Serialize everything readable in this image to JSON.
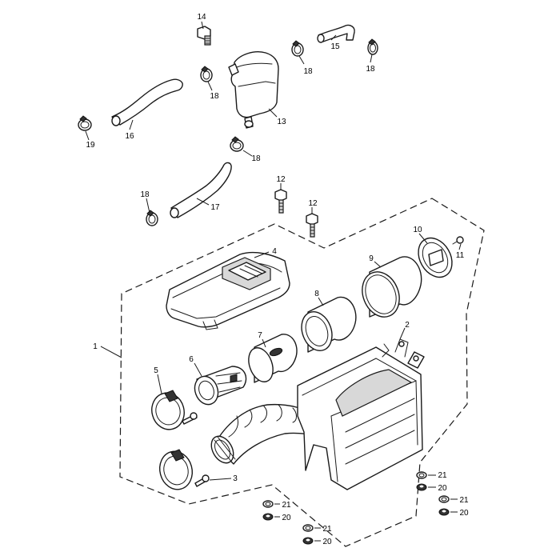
{
  "diagram": {
    "callouts": [
      {
        "id": "c14",
        "text": "14"
      },
      {
        "id": "c15",
        "text": "15"
      },
      {
        "id": "c18a",
        "text": "18"
      },
      {
        "id": "c18b",
        "text": "18"
      },
      {
        "id": "c18c",
        "text": "18"
      },
      {
        "id": "c13",
        "text": "13"
      },
      {
        "id": "c16",
        "text": "16"
      },
      {
        "id": "c19",
        "text": "19"
      },
      {
        "id": "c18d",
        "text": "18"
      },
      {
        "id": "c12a",
        "text": "12"
      },
      {
        "id": "c18e",
        "text": "18"
      },
      {
        "id": "c17",
        "text": "17"
      },
      {
        "id": "c12b",
        "text": "12"
      },
      {
        "id": "c10",
        "text": "10"
      },
      {
        "id": "c11",
        "text": "11"
      },
      {
        "id": "c4",
        "text": "4"
      },
      {
        "id": "c9",
        "text": "9"
      },
      {
        "id": "c8",
        "text": "8"
      },
      {
        "id": "c2",
        "text": "2"
      },
      {
        "id": "c1",
        "text": "1"
      },
      {
        "id": "c7",
        "text": "7"
      },
      {
        "id": "c6",
        "text": "6"
      },
      {
        "id": "c5",
        "text": "5"
      },
      {
        "id": "c3",
        "text": "3"
      },
      {
        "id": "c21a",
        "text": "21"
      },
      {
        "id": "c20a",
        "text": "20"
      },
      {
        "id": "c21b",
        "text": "21"
      },
      {
        "id": "c20b",
        "text": "20"
      },
      {
        "id": "c21c",
        "text": "21"
      },
      {
        "id": "c20c",
        "text": "20"
      },
      {
        "id": "c21d",
        "text": "21"
      },
      {
        "id": "c20d",
        "text": "20"
      }
    ]
  }
}
